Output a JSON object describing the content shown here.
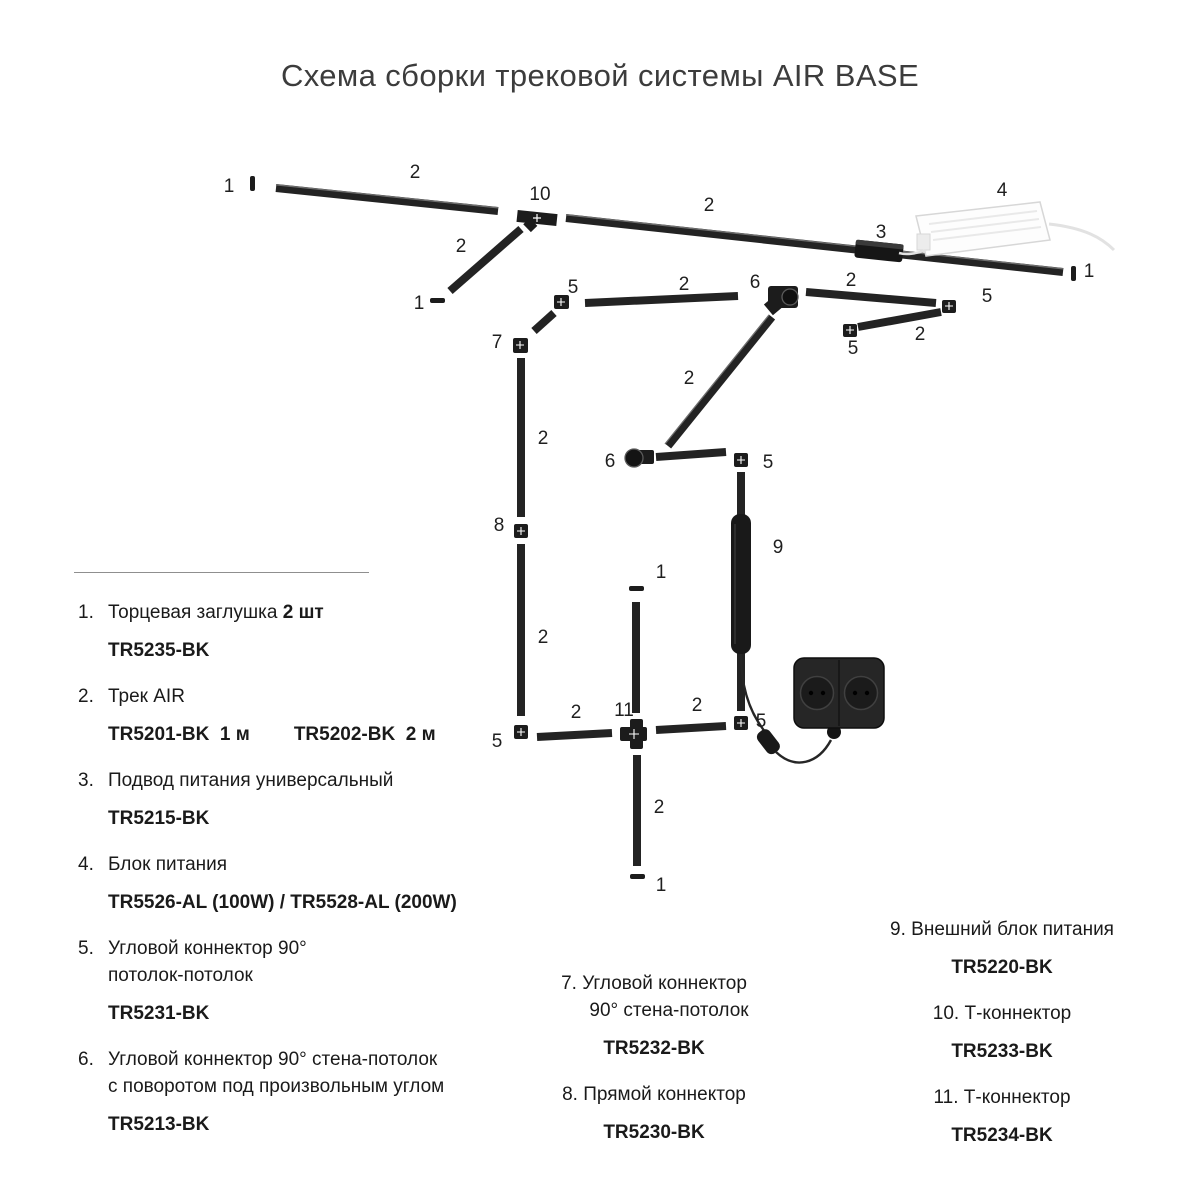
{
  "title": "Схема сборки трековой системы AIR BASE",
  "diagram": {
    "callouts": [
      "1",
      "2",
      "10",
      "2",
      "1",
      "2",
      "3",
      "1",
      "4",
      "5",
      "2",
      "6",
      "2",
      "5",
      "2",
      "5",
      "7",
      "2",
      "8",
      "2",
      "5",
      "2",
      "11",
      "2",
      "5",
      "1",
      "2",
      "1",
      "2",
      "6",
      "5",
      "9"
    ]
  },
  "legend": {
    "left": [
      {
        "num": "1.",
        "desc": "Торцевая заглушка",
        "desc_bold": "2 шт",
        "code": "TR5235-BK"
      },
      {
        "num": "2.",
        "desc": "Трек AIR",
        "code": "TR5201-BK  1 м",
        "code2": "TR5202-BK  2 м"
      },
      {
        "num": "3.",
        "desc": "Подвод питания универсальный",
        "code": "TR5215-BK"
      },
      {
        "num": "4.",
        "desc": "Блок питания",
        "code": "TR5526-AL (100W) / TR5528-AL (200W)"
      },
      {
        "num": "5.",
        "desc": "Угловой коннектор 90°",
        "desc2": "потолок-потолок",
        "code": "TR5231-BK"
      },
      {
        "num": "6.",
        "desc": "Угловой коннектор 90° стена-потолок",
        "desc2": "с поворотом под произвольным углом",
        "code": "TR5213-BK"
      }
    ],
    "middle": [
      {
        "num": "7.",
        "desc": "Угловой коннектор",
        "desc2": "90° стена-потолок",
        "code": "TR5232-BK"
      },
      {
        "num": "8.",
        "desc": "Прямой коннектор",
        "code": "TR5230-BK"
      }
    ],
    "right": [
      {
        "num": "9.",
        "desc": "Внешний блок питания",
        "code": "TR5220-BK"
      },
      {
        "num": "10.",
        "desc": "Т-коннектор",
        "code": "TR5233-BK"
      },
      {
        "num": "11.",
        "desc": "Т-коннектор",
        "code": "TR5234-BK"
      }
    ]
  }
}
